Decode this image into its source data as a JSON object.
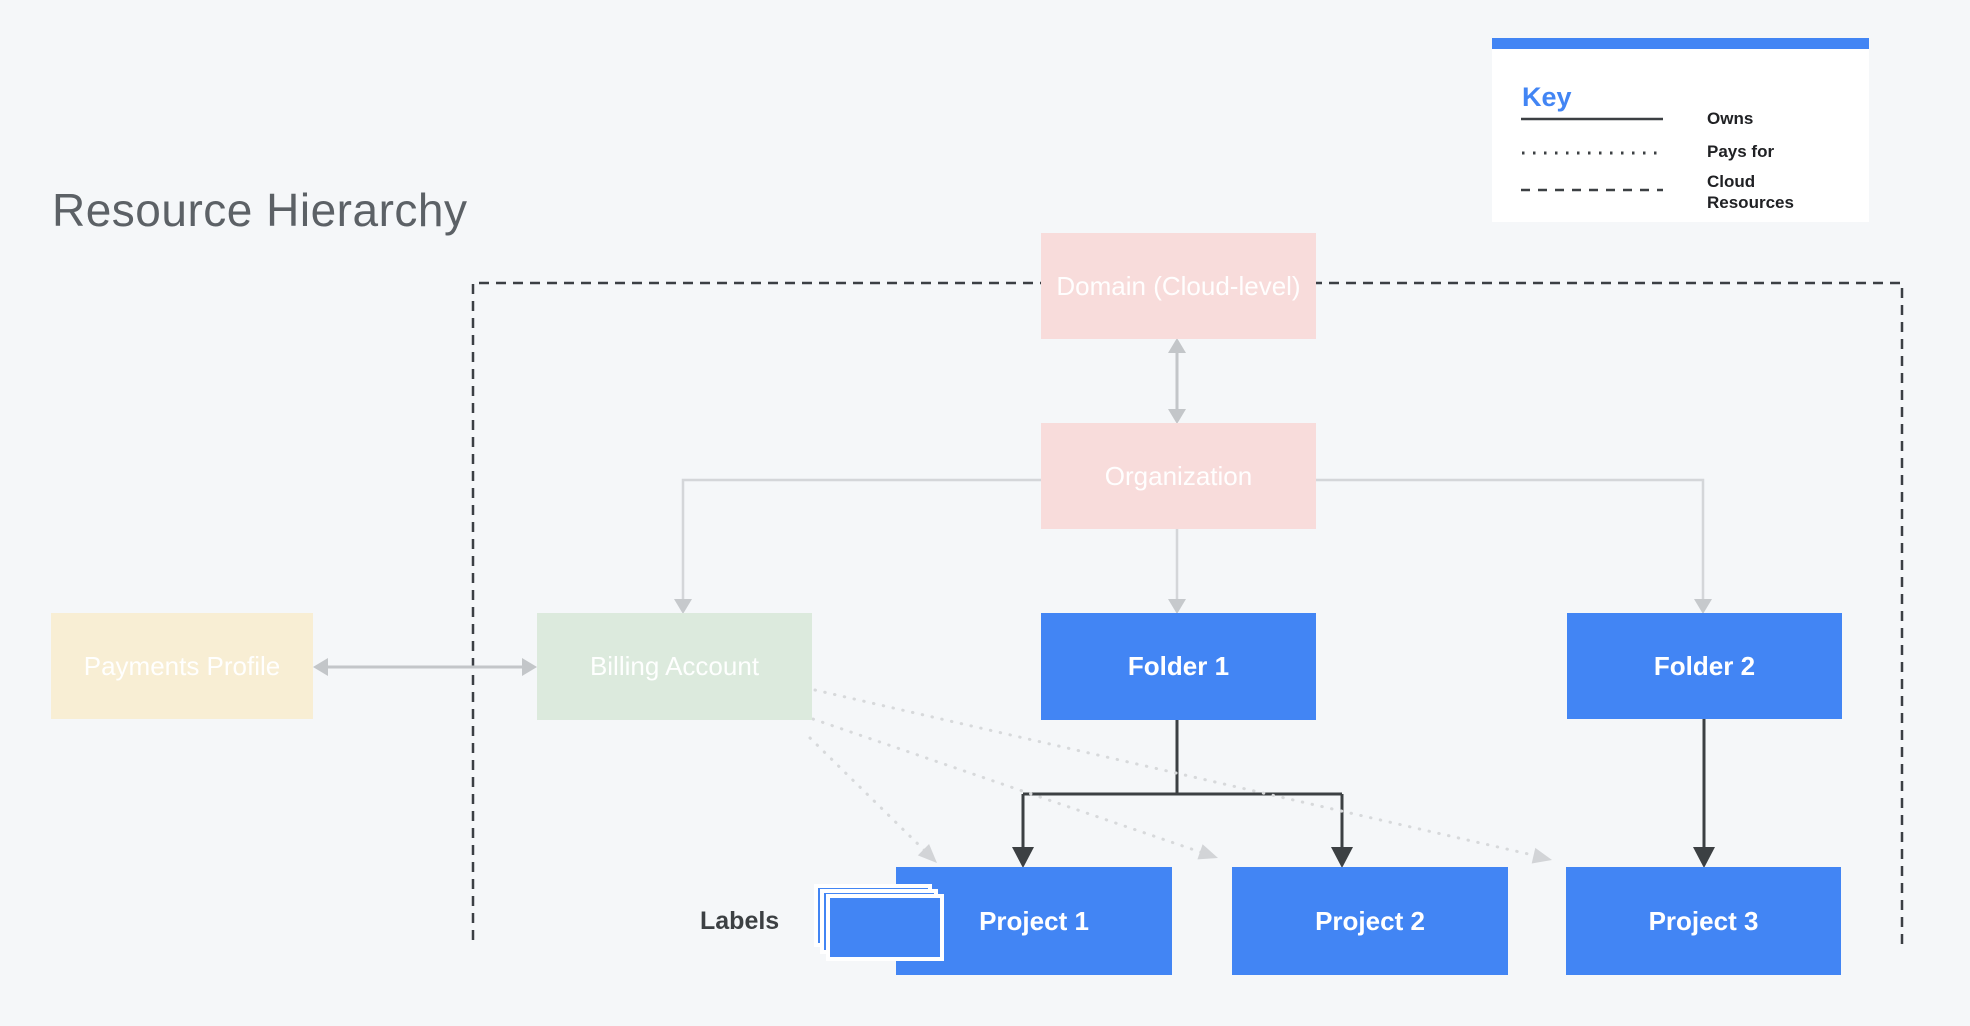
{
  "title": "Resource Hierarchy",
  "legend": {
    "title": "Key",
    "items": [
      {
        "line_style": "solid",
        "label": "Owns"
      },
      {
        "line_style": "dotted",
        "label": "Pays for"
      },
      {
        "line_style": "dashed",
        "label": "Cloud Resources"
      }
    ]
  },
  "nodes": {
    "domain": {
      "label": "Domain (Cloud-level)",
      "color": "#f8dcdb"
    },
    "organization": {
      "label": "Organization",
      "color": "#f8dcdb"
    },
    "payments": {
      "label": "Payments Profile",
      "color": "#f8eed4"
    },
    "billing": {
      "label": "Billing Account",
      "color": "#dceadd"
    },
    "folder1": {
      "label": "Folder 1",
      "color": "#4285f4"
    },
    "folder2": {
      "label": "Folder 2",
      "color": "#4285f4"
    },
    "project1": {
      "label": "Project 1",
      "color": "#4285f4"
    },
    "project2": {
      "label": "Project 2",
      "color": "#4285f4"
    },
    "project3": {
      "label": "Project 3",
      "color": "#4285f4"
    }
  },
  "annotations": {
    "labels_tag": "Labels"
  },
  "edges": [
    {
      "from": "Domain (Cloud-level)",
      "to": "Organization",
      "relation": "Owns",
      "bidirectional": true
    },
    {
      "from": "Payments Profile",
      "to": "Billing Account",
      "relation": "Owns",
      "bidirectional": true
    },
    {
      "from": "Organization",
      "to": "Billing Account",
      "relation": "Owns"
    },
    {
      "from": "Organization",
      "to": "Folder 1",
      "relation": "Owns"
    },
    {
      "from": "Organization",
      "to": "Folder 2",
      "relation": "Owns"
    },
    {
      "from": "Folder 1",
      "to": "Project 1",
      "relation": "Owns"
    },
    {
      "from": "Folder 1",
      "to": "Project 2",
      "relation": "Owns"
    },
    {
      "from": "Folder 2",
      "to": "Project 3",
      "relation": "Owns"
    },
    {
      "from": "Billing Account",
      "to": "Project 1",
      "relation": "Pays for"
    },
    {
      "from": "Billing Account",
      "to": "Project 2",
      "relation": "Pays for"
    },
    {
      "from": "Billing Account",
      "to": "Project 3",
      "relation": "Pays for"
    }
  ],
  "boundary": {
    "label": "Cloud Resources",
    "contains": [
      "Organization",
      "Billing Account",
      "Folder 1",
      "Folder 2",
      "Project 1",
      "Project 2",
      "Project 3"
    ]
  },
  "colors": {
    "background": "#f5f7f9",
    "accent_blue": "#4285f4",
    "node_pink": "#f8dcdb",
    "node_green": "#dceadd",
    "node_cream": "#f8eed4",
    "dark_line": "#3c4043",
    "gray_line": "#d4d6d9",
    "gray_arrow": "#c6c9cc",
    "dotted_line": "#d7d9db",
    "title_text": "#5c6166",
    "legend_text": "#202124"
  }
}
